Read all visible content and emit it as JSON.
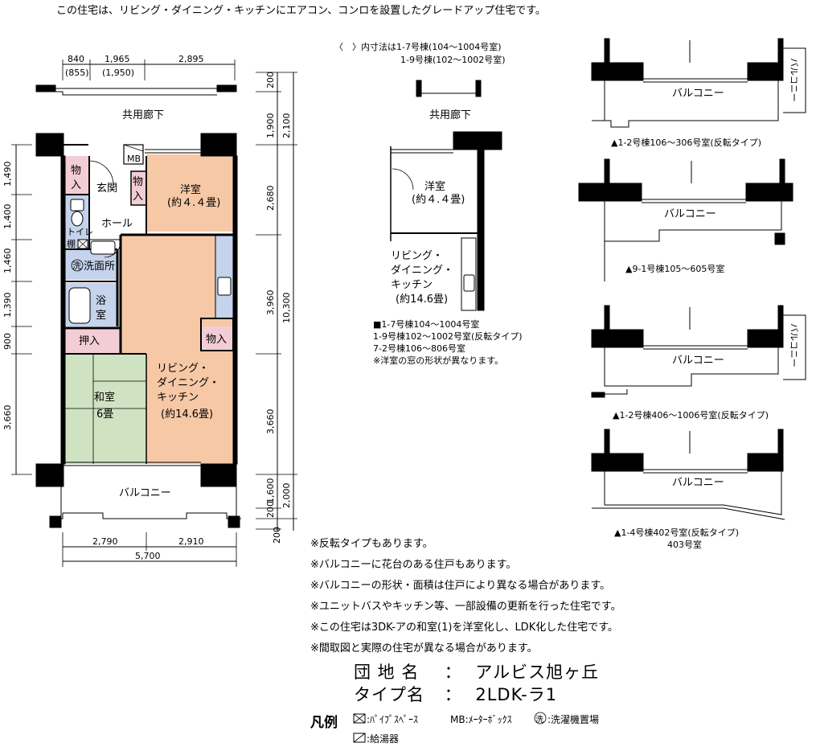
{
  "header": {
    "caption": "この住宅は、リビング・ダイニング・キッチンにエアコン、コンロを設置したグレードアップ住宅です。"
  },
  "main_plan": {
    "corridor_label": "共用廊下",
    "balcony_label": "バルコニー",
    "rooms": {
      "western": "洋室",
      "western_size": "(約４.４畳)",
      "storage1": "物",
      "storage1b": "入",
      "storage2": "物",
      "storage2b": "入",
      "storage3": "物入",
      "entrance": "玄関",
      "mb": "MB",
      "hall": "ホール",
      "toilet": "トイレ",
      "shelf": "棚",
      "wash_mark": "洗",
      "washroom": "洗面所",
      "bath1": "浴",
      "bath2": "室",
      "closet": "押入",
      "japanese": "和室",
      "japanese_size": "6畳",
      "ldk1": "リビング・",
      "ldk2": "ダイニング・",
      "ldk3": "キッチン",
      "ldk_size": "(約14.6畳)"
    },
    "dims_top": {
      "a": "840",
      "a2": "(855)",
      "b": "1,965",
      "b2": "(1,950)",
      "c": "2,895"
    },
    "dims_bottom": {
      "a": "2,790",
      "b": "2,910",
      "total": "5,700"
    },
    "dims_left": [
      "1,490",
      "1,400",
      "1,460",
      "1,390",
      "900",
      "3,660"
    ],
    "dims_right_inner": [
      "200",
      "1,900",
      "2,680",
      "3,960",
      "3,660",
      "1,600",
      "200",
      "200"
    ],
    "dims_right_outer": [
      "2,100",
      "10,300",
      "2,000"
    ]
  },
  "variant": {
    "note1": "〈　〉内寸法は1-7号棟(104〜1004号室)",
    "note2": "1-9号棟(102〜1002号室)",
    "corridor_label": "共用廊下",
    "room": "洋室",
    "room_size": "(約４.４畳)",
    "ldk1": "リビング・",
    "ldk2": "ダイニング・",
    "ldk3": "キッチン",
    "ldk_size": "(約14.6畳)",
    "list": [
      "■1-7号棟104〜1004号室",
      "1-9号棟102〜1002号室(反転タイプ)",
      "7-2号棟106〜806号室",
      "※洋室の窓の形状が異なります。"
    ]
  },
  "balconies": [
    {
      "label": "バルコニー",
      "side": "バルコニー",
      "caption": "▲1-2号棟106〜306号室(反転タイプ)"
    },
    {
      "label": "バルコニー",
      "caption": "▲9-1号棟105〜605号室"
    },
    {
      "label": "バルコニー",
      "side": "バルコニー",
      "caption": "▲1-2号棟406〜1006号室(反転タイプ)"
    },
    {
      "label": "バルコニー",
      "caption": "▲1-4号棟402号室(反転タイプ)",
      "caption2": "403号室"
    }
  ],
  "notes": [
    "※反転タイプもあります。",
    "※バルコニーに花台のある住戸もあります。",
    "※バルコニーの形状・面積は住戸により異なる場合があります。",
    "※ユニットバスやキッチン等、一部設備の更新を行った住宅です。",
    "※この住宅は3DK-アの和室(1)を洋室化し、LDK化した住宅です。",
    "※間取図と実際の住宅が異なる場合があります。"
  ],
  "title": {
    "estate_label": "団 地 名",
    "estate_sep": "：",
    "estate_value": "アルビス旭ヶ丘",
    "type_label": "タイプ名",
    "type_sep": "：",
    "type_value": "2LDK-ラ1"
  },
  "legend": {
    "heading": "凡例",
    "pipe": ":ﾊﾟｲﾌﾟｽﾍﾟｰｽ",
    "mb": "MB:ﾒｰﾀｰﾎﾞｯｸｽ",
    "wash_mark": "洗",
    "wash": ":洗濯機置場",
    "heater": ":給湯器"
  },
  "colors": {
    "western_room": "#f6c8a6",
    "japanese_room": "#cfe3c2",
    "wet_area": "#c5d3ec",
    "storage": "#f3cdd6",
    "wall": "#000000"
  }
}
